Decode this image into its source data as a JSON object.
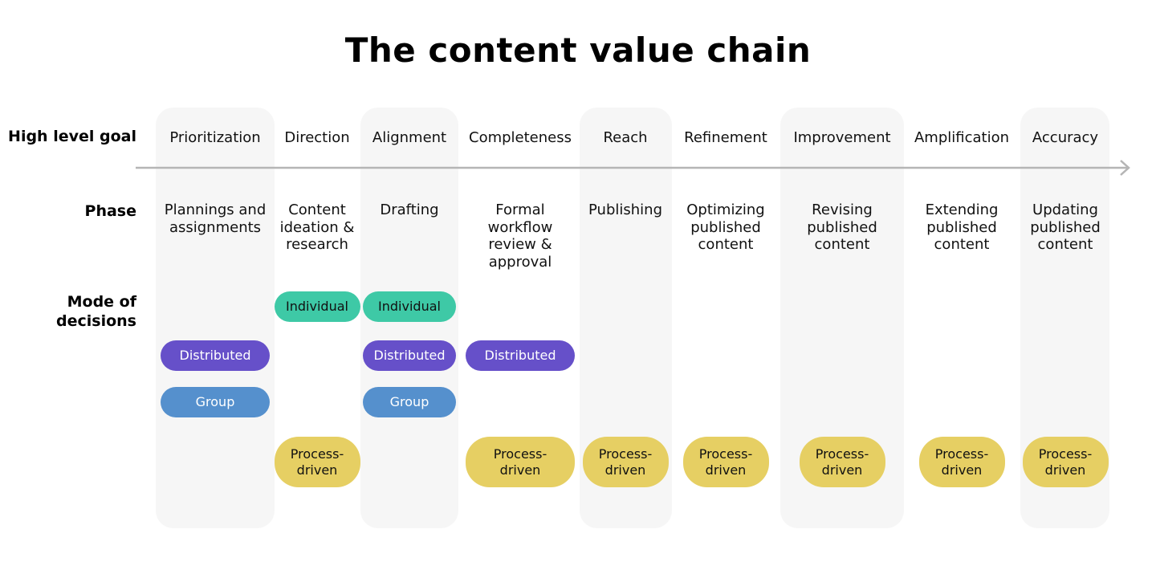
{
  "title": "The content value chain",
  "row_labels": {
    "goal": "High level goal",
    "phase": "Phase",
    "mode": "Mode of\ndecisions"
  },
  "columns": [
    {
      "goal": "Prioritization",
      "phase": "Plannings and\nassignments",
      "modes": [
        "Distributed",
        "Group"
      ]
    },
    {
      "goal": "Direction",
      "phase": "Content\nideation &\nresearch",
      "modes": [
        "Individual",
        "Process-driven"
      ]
    },
    {
      "goal": "Alignment",
      "phase": "Drafting",
      "modes": [
        "Individual",
        "Distributed",
        "Group"
      ]
    },
    {
      "goal": "Completeness",
      "phase": "Formal\nworkflow\nreview &\napproval",
      "modes": [
        "Distributed",
        "Process-driven"
      ]
    },
    {
      "goal": "Reach",
      "phase": "Publishing",
      "modes": [
        "Process-driven"
      ]
    },
    {
      "goal": "Refinement",
      "phase": "Optimizing\npublished\ncontent",
      "modes": [
        "Process-driven"
      ]
    },
    {
      "goal": "Improvement",
      "phase": "Revising\npublished\ncontent",
      "modes": [
        "Process-driven"
      ]
    },
    {
      "goal": "Amplification",
      "phase": "Extending\npublished\ncontent",
      "modes": [
        "Process-driven"
      ]
    },
    {
      "goal": "Accuracy",
      "phase": "Updating\npublished\ncontent",
      "modes": [
        "Process-driven"
      ]
    }
  ],
  "mode_types": {
    "Individual": {
      "label": "Individual",
      "color": "#3ec9a6"
    },
    "Distributed": {
      "label": "Distributed",
      "color": "#6650c9"
    },
    "Group": {
      "label": "Group",
      "color": "#5590cd"
    },
    "Process-driven": {
      "label": "Process-\ndriven",
      "color": "#e6cf63"
    }
  },
  "colors": {
    "column_shade": "#f6f6f6",
    "arrow": "#b5b5b5"
  }
}
